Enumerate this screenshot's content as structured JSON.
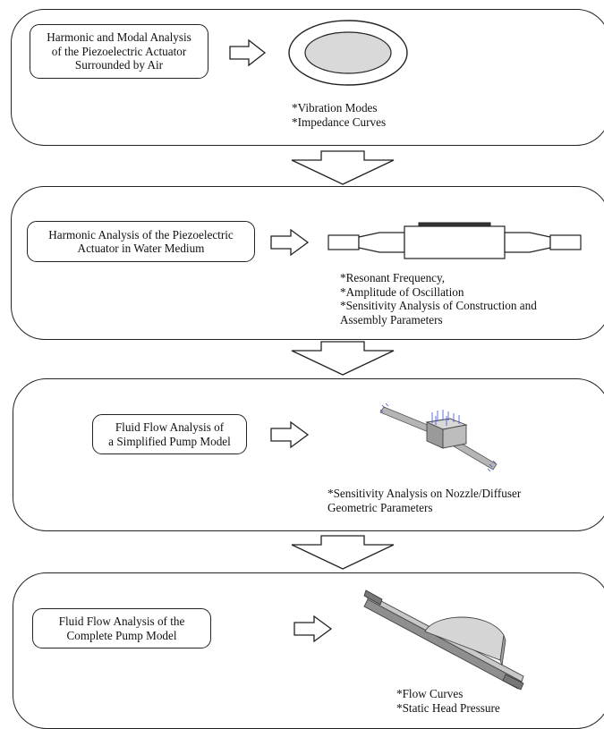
{
  "steps": [
    {
      "title": "Harmonic and Modal Analysis\nof the Piezoelectric Actuator\nSurrounded by Air",
      "outputs": [
        "*Vibration Modes",
        "*Impedance Curves"
      ]
    },
    {
      "title": "Harmonic Analysis of the Piezoelectric\nActuator in Water Medium",
      "outputs": [
        "*Resonant Frequency,",
        "*Amplitude of Oscillation",
        "*Sensitivity Analysis of Construction and",
        "Assembly Parameters"
      ]
    },
    {
      "title": "Fluid Flow Analysis of\na Simplified Pump Model",
      "outputs": [
        "*Sensitivity Analysis on Nozzle/Diffuser",
        "Geometric Parameters"
      ]
    },
    {
      "title": "Fluid Flow Analysis of the\nComplete Pump Model",
      "outputs": [
        "*Flow Curves",
        "*Static Head Pressure"
      ]
    }
  ]
}
